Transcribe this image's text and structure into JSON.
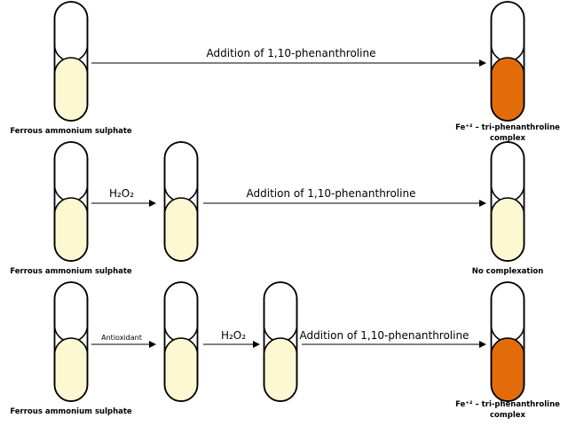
{
  "colors": {
    "pale_solution": "#fdf8d2",
    "complex_solution": "#e36c0a",
    "tube_outline": "#000000",
    "arrow": "#000000",
    "background": "#ffffff"
  },
  "rows": [
    {
      "tubes": [
        {
          "solution": "pale",
          "caption": "Ferrous ammonium sulphate"
        },
        {
          "solution": "complex",
          "caption_line1": "Fe⁺² – tri-phenanthroline",
          "caption_line2": "complex"
        }
      ],
      "arrows": [
        {
          "label": "Addition of 1,10-phenanthroline"
        }
      ]
    },
    {
      "tubes": [
        {
          "solution": "pale",
          "caption": "Ferrous ammonium sulphate"
        },
        {
          "solution": "pale"
        },
        {
          "solution": "pale",
          "caption": "No complexation"
        }
      ],
      "arrows": [
        {
          "label": "H₂O₂"
        },
        {
          "label": "Addition of 1,10-phenanthroline"
        }
      ]
    },
    {
      "tubes": [
        {
          "solution": "pale",
          "caption": "Ferrous ammonium sulphate"
        },
        {
          "solution": "pale"
        },
        {
          "solution": "pale"
        },
        {
          "solution": "complex",
          "caption_line1": "Fe⁺² – tri-phenanthroline",
          "caption_line2": "complex"
        }
      ],
      "arrows": [
        {
          "label": "Antioxidant"
        },
        {
          "label": "H₂O₂"
        },
        {
          "label": "Addition of 1,10-phenanthroline"
        }
      ]
    }
  ]
}
